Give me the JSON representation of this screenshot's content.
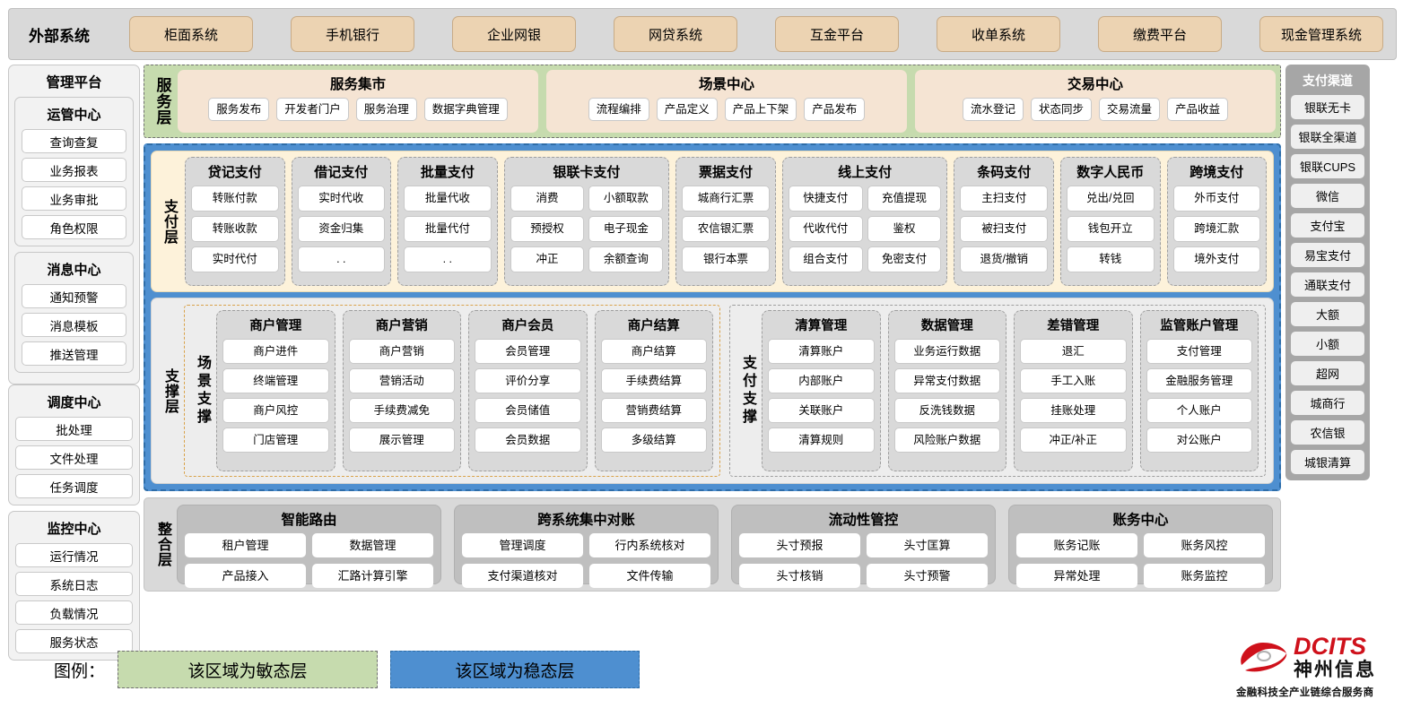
{
  "external": {
    "title": "外部系统",
    "items": [
      "柜面系统",
      "手机银行",
      "企业网银",
      "网贷系统",
      "互金平台",
      "收单系统",
      "缴费平台",
      "现金管理系统"
    ]
  },
  "management": {
    "title": "管理平台",
    "groups": [
      {
        "title": "运管中心",
        "items": [
          "查询查复",
          "业务报表",
          "业务审批",
          "角色权限"
        ]
      },
      {
        "title": "消息中心",
        "items": [
          "通知预警",
          "消息模板",
          "推送管理"
        ]
      },
      {
        "title": "调度中心",
        "items": [
          "批处理",
          "文件处理",
          "任务调度"
        ]
      },
      {
        "title": "监控中心",
        "items": [
          "运行情况",
          "系统日志",
          "负载情况",
          "服务状态"
        ]
      }
    ]
  },
  "channels": {
    "title": "支付渠道",
    "items": [
      "银联无卡",
      "银联全渠道",
      "银联CUPS",
      "微信",
      "支付宝",
      "易宝支付",
      "通联支付",
      "大额",
      "小额",
      "超网",
      "城商行",
      "农信银",
      "城银清算"
    ]
  },
  "service_layer": {
    "label": "服务层",
    "boxes": [
      {
        "title": "服务集市",
        "items": [
          "服务发布",
          "开发者门户",
          "服务治理",
          "数据字典管理"
        ]
      },
      {
        "title": "场景中心",
        "items": [
          "流程编排",
          "产品定义",
          "产品上下架",
          "产品发布"
        ]
      },
      {
        "title": "交易中心",
        "items": [
          "流水登记",
          "状态同步",
          "交易流量",
          "产品收益"
        ]
      }
    ]
  },
  "payment_layer": {
    "label": "支付层",
    "columns": [
      {
        "title": "贷记支付",
        "cols": 1,
        "items": [
          "转账付款",
          "转账收款",
          "实时代付"
        ]
      },
      {
        "title": "借记支付",
        "cols": 1,
        "items": [
          "实时代收",
          "资金归集",
          ". ."
        ]
      },
      {
        "title": "批量支付",
        "cols": 1,
        "items": [
          "批量代收",
          "批量代付",
          ". ."
        ]
      },
      {
        "title": "银联卡支付",
        "cols": 2,
        "items": [
          "消费",
          "小额取款",
          "预授权",
          "电子现金",
          "冲正",
          "余额查询"
        ]
      },
      {
        "title": "票据支付",
        "cols": 1,
        "items": [
          "城商行汇票",
          "农信银汇票",
          "银行本票"
        ]
      },
      {
        "title": "线上支付",
        "cols": 2,
        "items": [
          "快捷支付",
          "充值提现",
          "代收代付",
          "鉴权",
          "组合支付",
          "免密支付"
        ]
      },
      {
        "title": "条码支付",
        "cols": 1,
        "items": [
          "主扫支付",
          "被扫支付",
          "退货/撤销"
        ]
      },
      {
        "title": "数字人民币",
        "cols": 1,
        "items": [
          "兑出/兑回",
          "钱包开立",
          "转钱"
        ]
      },
      {
        "title": "跨境支付",
        "cols": 1,
        "items": [
          "外币支付",
          "跨境汇款",
          "境外支付"
        ]
      }
    ]
  },
  "support_layer": {
    "label": "支撑层",
    "scene": {
      "label": "场景支撑",
      "columns": [
        {
          "title": "商户管理",
          "items": [
            "商户进件",
            "终端管理",
            "商户风控",
            "门店管理"
          ]
        },
        {
          "title": "商户营销",
          "items": [
            "商户营销",
            "营销活动",
            "手续费减免",
            "展示管理"
          ]
        },
        {
          "title": "商户会员",
          "items": [
            "会员管理",
            "评价分享",
            "会员储值",
            "会员数据"
          ]
        },
        {
          "title": "商户结算",
          "items": [
            "商户结算",
            "手续费结算",
            "营销费结算",
            "多级结算"
          ]
        }
      ]
    },
    "paysupport": {
      "label": "支付支撑",
      "columns": [
        {
          "title": "清算管理",
          "items": [
            "清算账户",
            "内部账户",
            "关联账户",
            "清算规则"
          ]
        },
        {
          "title": "数据管理",
          "items": [
            "业务运行数据",
            "异常支付数据",
            "反洗钱数据",
            "风险账户数据"
          ]
        },
        {
          "title": "差错管理",
          "items": [
            "退汇",
            "手工入账",
            "挂账处理",
            "冲正/补正"
          ]
        },
        {
          "title": "监管账户管理",
          "items": [
            "支付管理",
            "金融服务管理",
            "个人账户",
            "对公账户"
          ]
        }
      ]
    }
  },
  "integration_layer": {
    "label": "整合层",
    "columns": [
      {
        "title": "智能路由",
        "items": [
          "租户管理",
          "数据管理",
          "产品接入",
          "汇路计算引擎"
        ]
      },
      {
        "title": "跨系统集中对账",
        "items": [
          "管理调度",
          "行内系统核对",
          "支付渠道核对",
          "文件传输"
        ]
      },
      {
        "title": "流动性管控",
        "items": [
          "头寸预报",
          "头寸匡算",
          "头寸核销",
          "头寸预警"
        ]
      },
      {
        "title": "账务中心",
        "items": [
          "账务记账",
          "账务风控",
          "异常处理",
          "账务监控"
        ]
      }
    ]
  },
  "legend": {
    "label": "图例：",
    "agile": "该区域为敏态层",
    "stable": "该区域为稳态层"
  },
  "logo": {
    "brand_en": "DCITS",
    "brand_cn": "神州信息",
    "tagline": "金融科技全产业链综合服务商"
  },
  "colors": {
    "external_bar": "#d9d9d9",
    "external_chip": "#ecd3b2",
    "agile_green": "#c6dbae",
    "stable_blue": "#4e8fd0",
    "payment_bg": "#fdf2da",
    "support_bg": "#ededed",
    "integration_bg": "#d9d9d9",
    "channel_bg": "#a6a6a6",
    "brand_red": "#cf111b",
    "scene_dash": "#d9a24a"
  }
}
